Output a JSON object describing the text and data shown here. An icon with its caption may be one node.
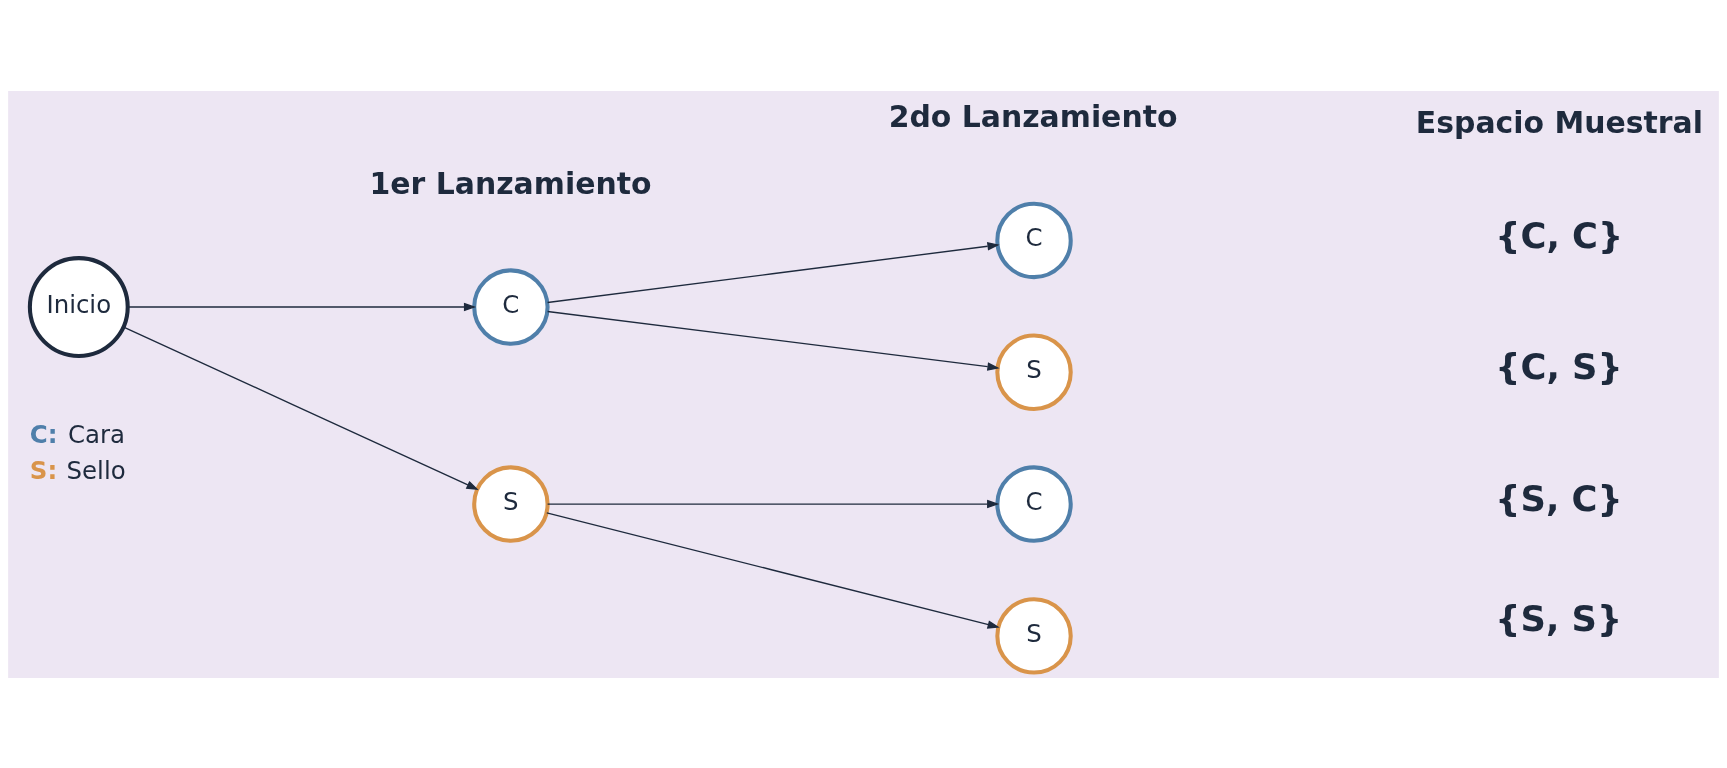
{
  "diagram": {
    "nodes": [
      {
        "text": [
          "Inicio"
        ]
      },
      {
        "text": [
          "C"
        ]
      },
      {
        "text": [
          "S"
        ]
      },
      {
        "text": [
          "C"
        ]
      },
      {
        "text": [
          "S"
        ]
      },
      {
        "text": [
          "C"
        ]
      },
      {
        "text": [
          "S"
        ]
      }
    ],
    "edges": [
      {
        "from": 0,
        "to": 1,
        "arrow": "to"
      },
      {
        "from": 0,
        "to": 2,
        "arrow": "to"
      },
      {
        "from": 1,
        "to": 3,
        "arrow": "to"
      },
      {
        "from": 1,
        "to": 4,
        "arrow": "to"
      },
      {
        "from": 2,
        "to": 5,
        "arrow": "to"
      },
      {
        "from": 2,
        "to": 6,
        "arrow": "to"
      }
    ],
    "labels": [
      "1er Lanzamiento",
      "2do Lanzamiento",
      "Espacio Muestral",
      "{C, C}",
      "{C, S}",
      "{S, C}",
      "{S, S}"
    ],
    "legend": [
      {
        "text": "C: Cara",
        "color": "#4f7faa"
      },
      {
        "text": "S: Sello",
        "color": "#d9944a"
      }
    ]
  }
}
